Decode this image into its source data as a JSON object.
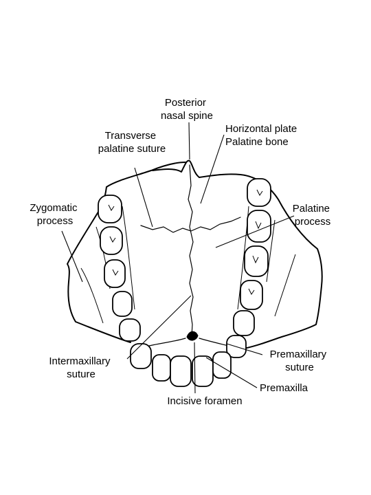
{
  "diagram": {
    "labels": {
      "posterior_nasal_spine": [
        "Posterior",
        "nasal spine"
      ],
      "horizontal_plate": [
        "Horizontal plate",
        "Palatine bone"
      ],
      "transverse_palatine_suture": [
        "Transverse",
        "palatine suture"
      ],
      "zygomatic_process": [
        "Zygomatic",
        "process"
      ],
      "palatine_process": [
        "Palatine",
        "process"
      ],
      "intermaxillary_suture": [
        "Intermaxillary",
        "suture"
      ],
      "premaxillary_suture": [
        "Premaxillary",
        "suture"
      ],
      "premaxilla": [
        "Premaxilla"
      ],
      "incisive_foramen": [
        "Incisive foramen"
      ]
    }
  }
}
